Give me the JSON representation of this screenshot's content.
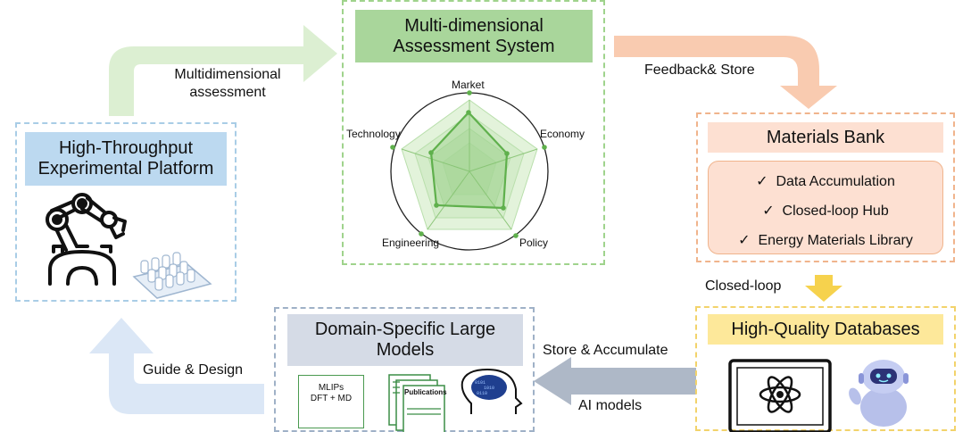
{
  "colors": {
    "green_arrow": "#dcefd2",
    "green_title": "#a9d69b",
    "green_border": "#9fd38c",
    "orange_arrow": "#f9cbb0",
    "orange_title": "#fde0d2",
    "orange_border": "#f0b48c",
    "yellow_arrow": "#f6d24d",
    "yellow_title": "#fde89a",
    "yellow_border": "#f2d36b",
    "blue_title": "#bcd9f0",
    "blue_border": "#a9cde6",
    "grey_title": "#d5dbe6",
    "grey_border": "#9fb1c7",
    "grey_arrow": "#aeb8c7",
    "bluefade_arrow": "#dbe7f6"
  },
  "assessment": {
    "title": "Multi-dimensional Assessment System",
    "radar_axes": [
      "Market",
      "Economy",
      "Policy",
      "Engineering",
      "Technology"
    ]
  },
  "platform": {
    "title": "High-Throughput Experimental Platform"
  },
  "materials_bank": {
    "title": "Materials Bank",
    "items": [
      "Data Accumulation",
      "Closed-loop Hub",
      "Energy Materials Library"
    ],
    "check_glyph": "✓"
  },
  "databases": {
    "title": "High-Quality Databases"
  },
  "models": {
    "title": "Domain-Specific Large Models",
    "mlips_line1": "MLIPs",
    "mlips_line2": "DFT + MD",
    "publications": "Publications"
  },
  "arrows": {
    "multidim_line1": "Multidimensional",
    "multidim_line2": "assessment",
    "feedback": "Feedback& Store",
    "closed_loop": "Closed-loop",
    "store_accumulate": "Store & Accumulate",
    "ai_models": "AI models",
    "guide_design": "Guide & Design"
  }
}
